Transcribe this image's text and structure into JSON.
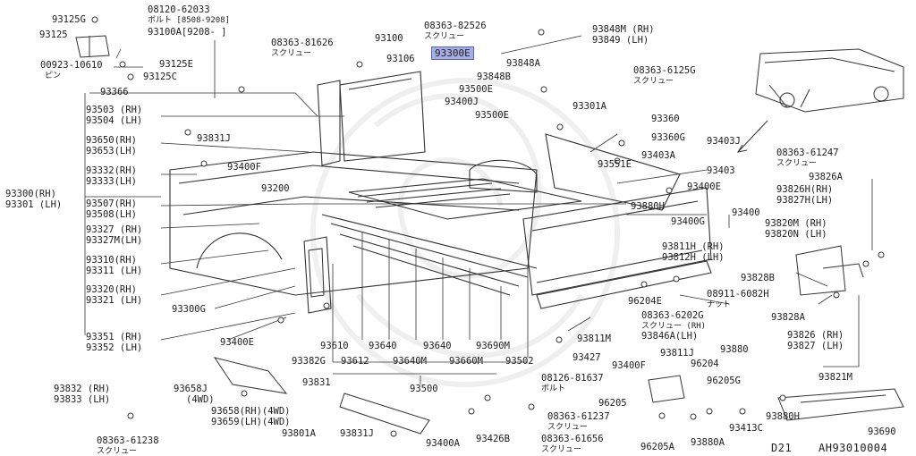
{
  "highlight_color": "#a7aee6",
  "parts": {
    "p93125G": "93125G",
    "p93125": "93125",
    "p00923": "00923-10610",
    "pin_jp": "ピン",
    "p08120": "08120-62033",
    "p08120_sub": "ボルト [8508-9208]",
    "p93100A": "93100A[9208-  ]",
    "p93125E": "93125E",
    "p93125C": "93125C",
    "p08363_82526": "08363-82526",
    "p08363_82526_sub": "スクリュー",
    "p08363_81626": "08363-81626",
    "p08363_81626_sub": "スクリュー",
    "p93100": "93100",
    "p93106": "93106",
    "p93300E": "93300E",
    "p93848M": "93848M (RH)",
    "p93849": "93849 (LH)",
    "p93848A": "93848A",
    "p93848B": "93848B",
    "p08363_6125G": "08363-6125G",
    "p08363_6125G_sub": "スクリュー",
    "p93366": "93366",
    "p93500E_a": "93500E",
    "p93400J": "93400J",
    "p93500E_b": "93500E",
    "p93301A": "93301A",
    "p93360": "93360",
    "p93360G": "93360G",
    "p93403J": "93403J",
    "p93503": "93503 (RH)",
    "p93504": "93504 (LH)",
    "p93831J": "93831J",
    "p93650": "93650(RH)",
    "p93653": "93653(LH)",
    "p93400F": "93400F",
    "p93551E": "93551E",
    "p93403A": "93403A",
    "p93332": "93332(RH)",
    "p93333": "93333(LH)",
    "p93403": "93403",
    "p08363_61247": "08363-61247",
    "p08363_61247_sub": "スクリュー",
    "p93826A": "93826A",
    "p93826H": "93826H(RH)",
    "p93827H": "93827H(LH)",
    "p93300": "93300(RH)",
    "p93301": "93301 (LH)",
    "p93200": "93200",
    "p93400E_top": "93400E",
    "p93880H_mid": "93880H",
    "p93400": "93400",
    "p93507": "93507(RH)",
    "p93508": "93508(LH)",
    "p93400G": "93400G",
    "p93327": "93327 (RH)",
    "p93327M": "93327M(LH)",
    "p93820M": "93820M (RH)",
    "p93820N": "93820N (LH)",
    "p93811H": "93811H (RH)",
    "p93812H": "93812H (LH)",
    "p93310": "93310(RH)",
    "p93311": "93311 (LH)",
    "p93828B": "93828B",
    "p93320": "93320(RH)",
    "p93321": "93321 (LH)",
    "p96204E": "96204E",
    "p08911": "08911-6082H",
    "p08911_sub": "ナット",
    "p93300G": "93300G",
    "p08363_6202G": "08363-6202G",
    "p08363_6202G_sub": "スクリュー (RH)",
    "p93846A": "93846A(LH)",
    "p93828A": "93828A",
    "p93351": "93351 (RH)",
    "p93352": "93352 (LH)",
    "p93400E_bot": "93400E",
    "p93610": "93610",
    "p93640_a": "93640",
    "p93640_b": "93640",
    "p93690M": "93690M",
    "p93811M": "93811M",
    "p93826": "93826 (RH)",
    "p93827": "93827 (LH)",
    "p93382G": "93382G",
    "p93612": "93612",
    "p93640M": "93640M",
    "p93660M": "93660M",
    "p93502": "93502",
    "p93427": "93427",
    "p93400F_low": "93400F",
    "p93811J": "93811J",
    "p93880": "93880",
    "p93821M": "93821M",
    "p93831": "93831",
    "p93500": "93500",
    "p08126": "08126-81637",
    "p08126_sub": "ボルト",
    "p96204": "96204",
    "p96205G": "96205G",
    "p93832": "93832 (RH)",
    "p93833": "93833 (LH)",
    "p93658J": "93658J",
    "p93658J_sub": "(4WD)",
    "p93658": "93658(RH)(4WD)",
    "p93659": "93659(LH)(4WD)",
    "p96205": "96205",
    "p08363_61237": "08363-61237",
    "p08363_61237_sub": "スクリュー",
    "p93880H_low": "93880H",
    "p93413C": "93413C",
    "p93690": "93690",
    "p08363_61238": "08363-61238",
    "p08363_61238_sub": "スクリュー",
    "p93801A": "93801A",
    "p93831J_low": "93831J",
    "p93400A": "93400A",
    "p93426B": "93426B",
    "p08363_61656": "08363-61656",
    "p08363_61656_sub": "スクリュー",
    "p96205A": "96205A",
    "p93880A": "93880A"
  },
  "footer": {
    "model": "D21",
    "diagram_id": "AH93010004"
  }
}
